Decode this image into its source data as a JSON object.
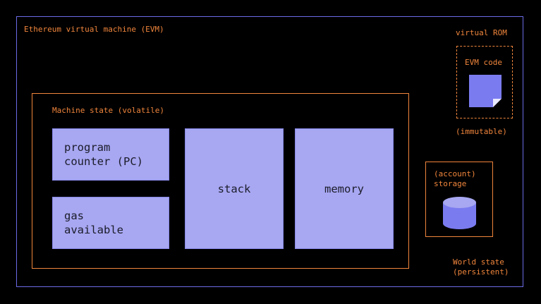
{
  "evm": {
    "title": "Ethereum virtual machine (EVM)"
  },
  "rom": {
    "label": "virtual ROM",
    "code_label": "EVM code",
    "note": "(immutable)"
  },
  "machine_state": {
    "title": "Machine state (volatile)",
    "pc": [
      "program",
      "counter (PC)"
    ],
    "gas": [
      "gas",
      "available"
    ],
    "stack": "stack",
    "memory": "memory"
  },
  "storage": {
    "line1": "(account)",
    "line2": "storage"
  },
  "world_state": {
    "line1": "World state",
    "line2": "(persistent)"
  },
  "colors": {
    "frame": "#6b6be6",
    "orange": "#f0853c",
    "block": "#a7a7f2",
    "icon": "#7b7bf0"
  },
  "icons": {
    "code": "document-icon",
    "storage": "database-icon"
  }
}
